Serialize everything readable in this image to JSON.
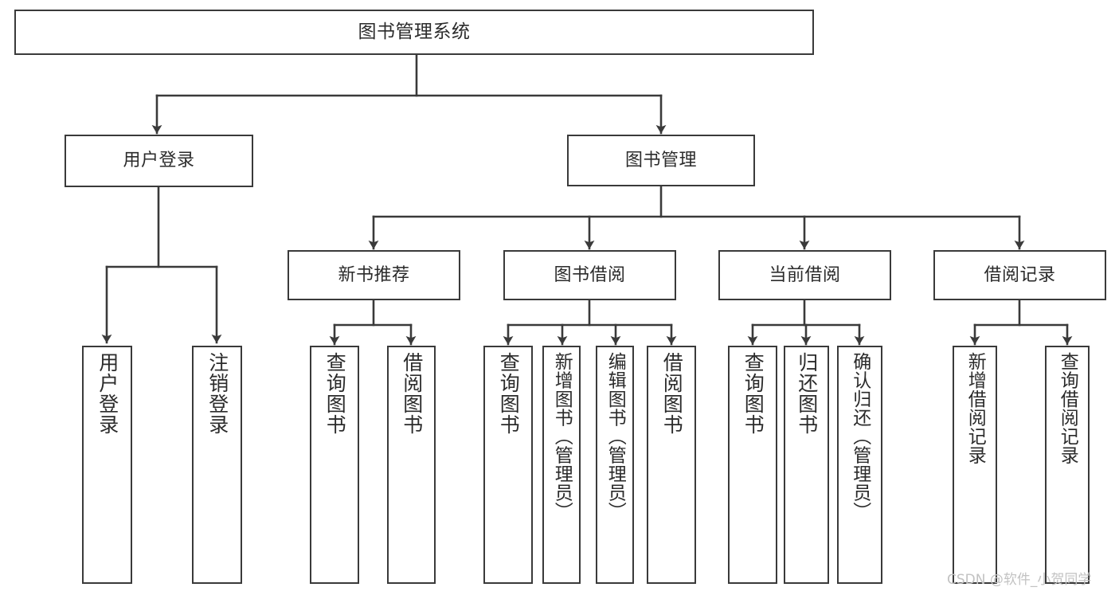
{
  "diagram": {
    "type": "tree",
    "title": "图书管理系统",
    "orientation": "top-down",
    "colors": {
      "background": "#ffffff",
      "node_border": "#3a3a3a",
      "node_fill": "#ffffff",
      "edge": "#3a3a3a",
      "text": "#2b2b2b",
      "watermark": "#c2c2c2"
    },
    "root": {
      "label": "图书管理系统"
    },
    "level1": [
      {
        "label": "用户登录"
      },
      {
        "label": "图书管理"
      }
    ],
    "level2": [
      {
        "label": "新书推荐"
      },
      {
        "label": "图书借阅"
      },
      {
        "label": "当前借阅"
      },
      {
        "label": "借阅记录"
      }
    ],
    "leaves": {
      "user_login": [
        {
          "label": "用户登录"
        },
        {
          "label": "注销登录"
        }
      ],
      "new_book_recommend": [
        {
          "label": "查询图书"
        },
        {
          "label": "借阅图书"
        }
      ],
      "book_borrow": [
        {
          "label": "查询图书"
        },
        {
          "label": "新增图书（管理员）"
        },
        {
          "label": "编辑图书（管理员）"
        },
        {
          "label": "借阅图书"
        }
      ],
      "current_borrow": [
        {
          "label": "查询图书"
        },
        {
          "label": "归还图书"
        },
        {
          "label": "确认归还（管理员）"
        }
      ],
      "borrow_record": [
        {
          "label": "新增借阅记录"
        },
        {
          "label": "查询借阅记录"
        }
      ]
    }
  },
  "watermark": {
    "text": "CSDN @软件_小贺同学"
  }
}
